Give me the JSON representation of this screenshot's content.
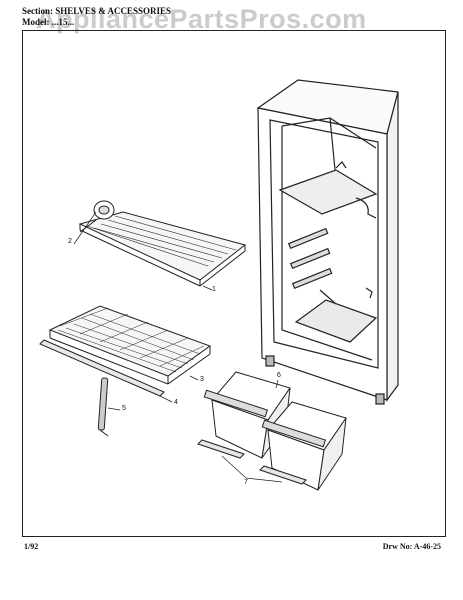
{
  "header": {
    "section_line": "Section:   SHELVES & ACCESSORIES",
    "model_line": "Model:  ...15..."
  },
  "watermark": "AppliancePartsPros.com",
  "footer": {
    "date": "1/92",
    "drawing_number": "Drw No: A-46-25"
  },
  "callouts": [
    "1",
    "2",
    "3",
    "4",
    "5",
    "6",
    "7"
  ]
}
